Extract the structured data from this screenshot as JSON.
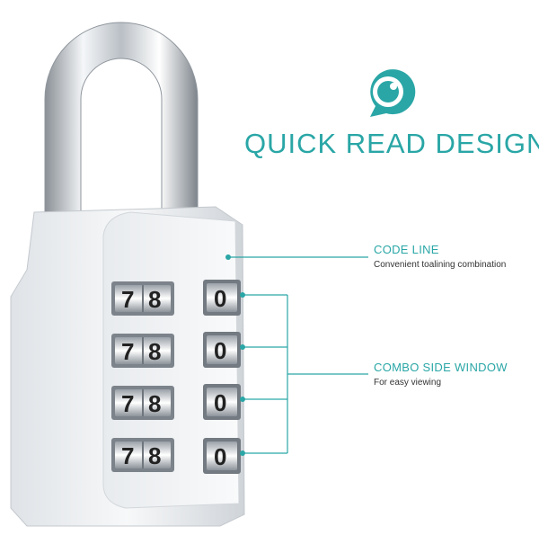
{
  "headline": {
    "text": "QUICK READ DESIGN",
    "icon": "eye-chat-icon"
  },
  "callouts": [
    {
      "title": "CODE LINE",
      "description": "Convenient toalining combination"
    },
    {
      "title": "COMBO SIDE WINDOW",
      "description": "For easy viewing"
    }
  ],
  "dials": {
    "left_rows": [
      {
        "d1": "7",
        "d2": "8"
      },
      {
        "d1": "7",
        "d2": "8"
      },
      {
        "d1": "7",
        "d2": "8"
      },
      {
        "d1": "7",
        "d2": "8"
      }
    ],
    "right_rows": [
      "0",
      "0",
      "0",
      "0"
    ]
  },
  "colors": {
    "accent": "#2aa6a6",
    "body": "#e9ecef",
    "chrome": "#cfd4d9"
  }
}
